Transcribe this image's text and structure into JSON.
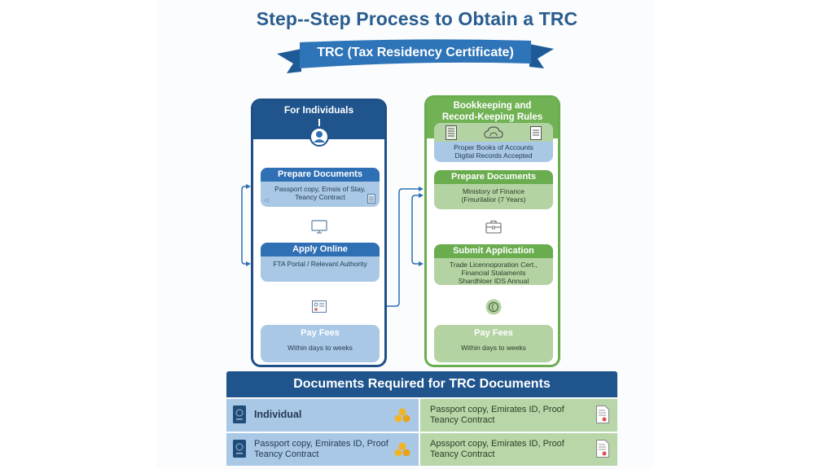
{
  "title": "Step--Step Process to Obtain a TRC",
  "ribbon": "TRC (Tax Residency Certificate)",
  "individuals": {
    "header": "For Individuals",
    "steps": [
      {
        "title": "Prepare Documents",
        "body": [
          "Passport copy, Emsis of Stay,",
          "Teancy Contract"
        ]
      },
      {
        "title": "Apply Online",
        "body": [
          "FTA Portal / Relevant Authority"
        ]
      },
      {
        "title": "Pay Fees",
        "body": [
          "Within days to weeks"
        ]
      }
    ]
  },
  "bookkeeping": {
    "header": [
      "Bookkeeping and",
      "Record-Keeping Rules"
    ],
    "rules": [
      "Proper Books of Accounts",
      "Digital Records Accepted"
    ],
    "steps": [
      {
        "title": "Prepare Documents",
        "body": [
          "Ministory of Finance",
          "(Fmurilalior (7 Years)"
        ]
      },
      {
        "title": "Submit Application",
        "body": [
          "Trade Licennoporation Cert.,",
          "Financial Stalaments",
          "Shardhloer IDS Annual"
        ]
      },
      {
        "title": "Pay Fees",
        "body": [
          "Within days to weeks"
        ]
      }
    ]
  },
  "documents": {
    "header": "Documents Required for TRC Documents",
    "rows": [
      {
        "left": [
          "Individual"
        ],
        "right": [
          "Passport copy, Emirates ID, Proof",
          "Teancy Contract"
        ]
      },
      {
        "left": [
          "Passport copy, Emirates ID, Proof",
          "Teancy Contract"
        ],
        "right": [
          "Apssport copy, Emirates ID, Proof",
          "Teancy Contract"
        ]
      }
    ]
  },
  "colors": {
    "blue": "#1f548d",
    "green": "#6aad4f",
    "light_blue": "#a9c8e6",
    "light_green": "#b4d3a3"
  }
}
